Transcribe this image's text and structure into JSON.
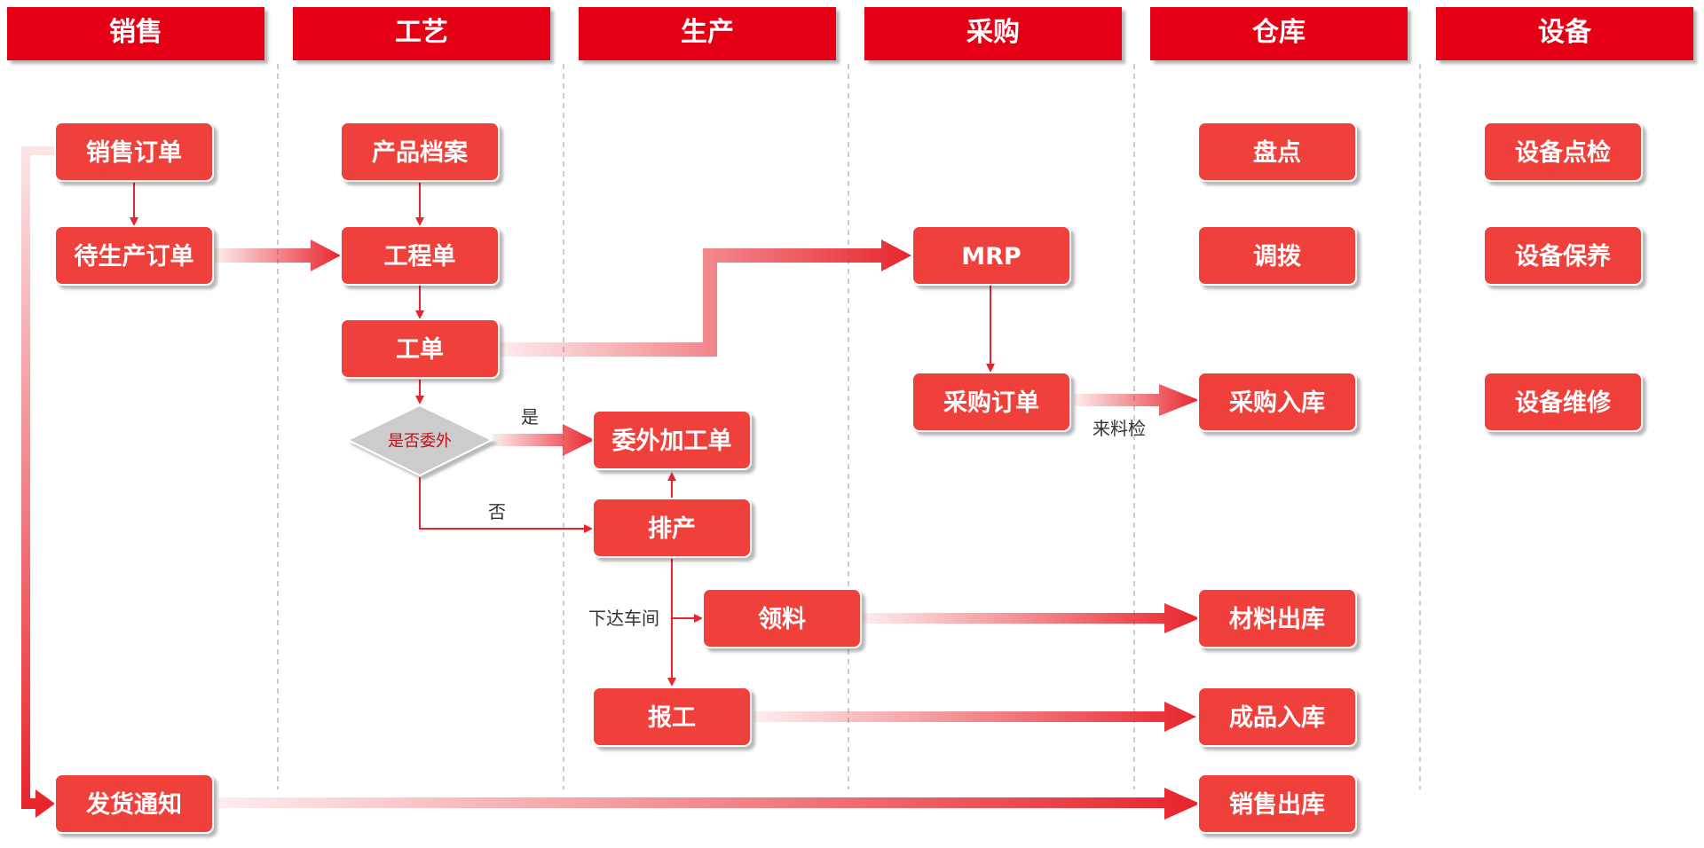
{
  "lanes": [
    "销售",
    "工艺",
    "生产",
    "采购",
    "仓库",
    "设备"
  ],
  "nodes": {
    "sales_order": "销售订单",
    "pending_production_order": "待生产订单",
    "shipping_notice": "发货通知",
    "product_archive": "产品档案",
    "engineering_order": "工程单",
    "work_order": "工单",
    "outsource_decision": "是否委外",
    "outsource_order": "委外加工单",
    "scheduling": "排产",
    "material_requisition": "领料",
    "work_report": "报工",
    "mrp": "MRP",
    "purchase_order": "采购订单",
    "inventory_check": "盘点",
    "transfer": "调拨",
    "purchase_inbound": "采购入库",
    "material_outbound": "材料出库",
    "finished_inbound": "成品入库",
    "sales_outbound": "销售出库",
    "equipment_inspection": "设备点检",
    "equipment_maintenance": "设备保养",
    "equipment_repair": "设备维修"
  },
  "edge_labels": {
    "yes": "是",
    "no": "否",
    "incoming_inspection": "来料检",
    "issue_to_workshop": "下达车间"
  },
  "colors": {
    "lane_header": "#e60012",
    "node_fill": "#f0413a",
    "arrow": "#e8242c",
    "diamond_fill": "#cccccc",
    "divider": "#bbbbbb"
  }
}
